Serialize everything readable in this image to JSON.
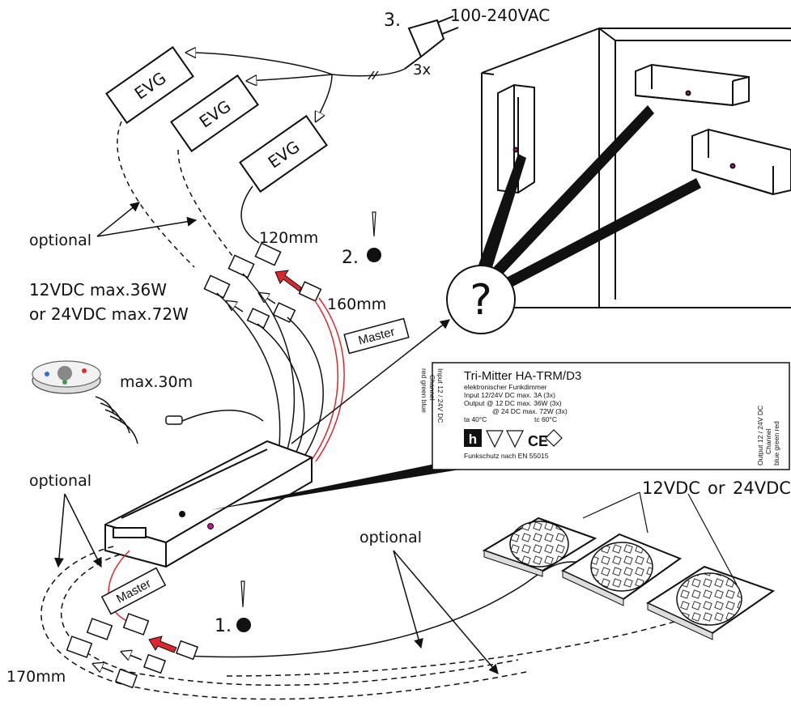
{
  "labels": {
    "step3": "3.",
    "voltage": "100-240VAC",
    "count": "3x",
    "evg": "EVG",
    "optional": "optional",
    "len120": "120mm",
    "step2": "2.",
    "len160": "160mm",
    "master": "Master",
    "psu_12v": "12VDC max.36W",
    "psu_24v": "or  24VDC max.72W",
    "range": "max.30m",
    "step1": "1.",
    "len170": "170mm",
    "led_voltage_12": "12VDC",
    "led_or": "or",
    "led_voltage_24": "24VDC",
    "question": "?"
  },
  "device_label": {
    "title": "Tri-Mitter HA-TRM/D3",
    "subtitle": "elektronischer Funkdimmer",
    "input_line": "Input   12/24V DC max. 3A (3x)",
    "output_line1": "Output  @ 12 DC max. 36W (3x)",
    "output_line2": "@ 24 DC max. 72W (3x)",
    "temp_ta": "ta 40°C",
    "temp_tc": "tc 60°C",
    "left_side": "Input 12 / 24V DC",
    "left_channel": "Channel",
    "left_colors": "red   green   blue",
    "right_side": "Output 12 / 24V DC",
    "right_channel": "Channel",
    "right_colors": "blue   green   red",
    "footer": "Funkschutz nach EN 55015",
    "logo": "h",
    "ce": "CE"
  },
  "colors": {
    "line": "#111111",
    "red": "#e0262b",
    "accent_magenta": "#c0169a",
    "remote_blue": "#2a6fd6",
    "remote_green": "#39a04a",
    "remote_red": "#d83030"
  }
}
